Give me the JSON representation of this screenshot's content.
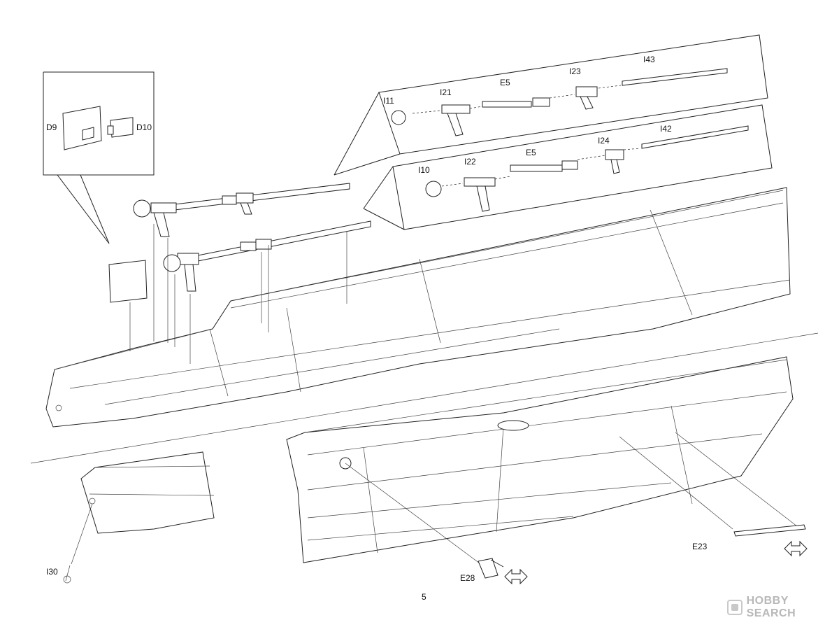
{
  "page": {
    "number": "5"
  },
  "watermark": {
    "text": "HOBBY SEARCH",
    "logo": "hobby-search-logo"
  },
  "parts": {
    "d9": "D9",
    "d10": "D10",
    "i11": "I11",
    "i21": "I21",
    "e5_upper": "E5",
    "i23": "I23",
    "i43": "I43",
    "i10": "I10",
    "i22": "I22",
    "e5_lower": "E5",
    "i24": "I24",
    "i42": "I42",
    "i30": "I30",
    "e28": "E28",
    "e23": "E23"
  },
  "symbols": {
    "symmetry": "double-arrow-icon"
  }
}
